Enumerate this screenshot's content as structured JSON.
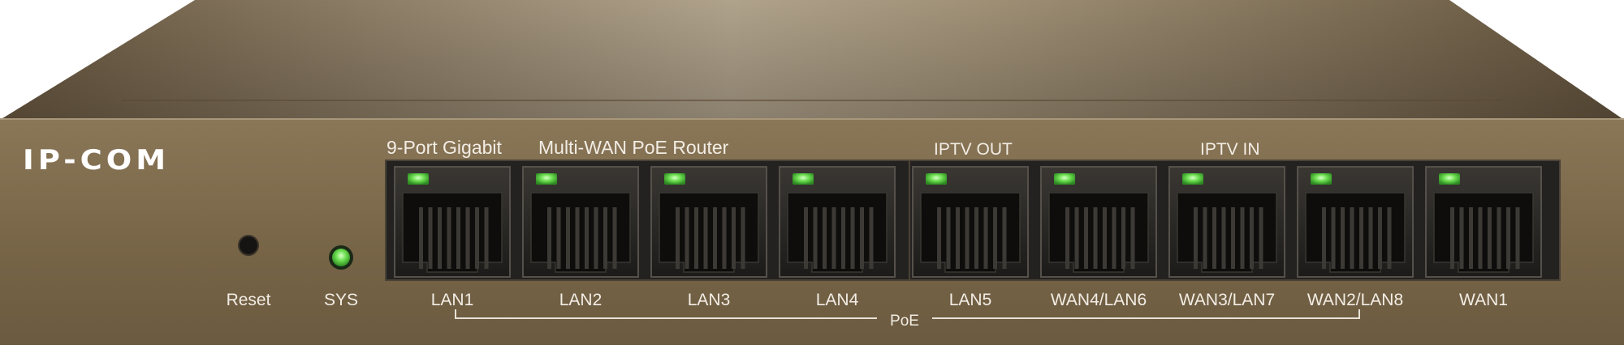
{
  "brand": "IP-COM",
  "model_text_left": "9-Port Gigabit",
  "model_text_right": "Multi-WAN PoE Router",
  "iptv_out_label": "IPTV OUT",
  "iptv_in_label": "IPTV IN",
  "reset_label": "Reset",
  "sys_label": "SYS",
  "poe_label": "PoE",
  "ports": [
    {
      "label": "LAN1"
    },
    {
      "label": "LAN2"
    },
    {
      "label": "LAN3"
    },
    {
      "label": "LAN4"
    },
    {
      "label": "LAN5"
    },
    {
      "label": "WAN4/LAN6"
    },
    {
      "label": "WAN3/LAN7"
    },
    {
      "label": "WAN2/LAN8"
    },
    {
      "label": "WAN1"
    }
  ],
  "colors": {
    "chassis": "#7d6a4f",
    "panel_dark": "#2b2925",
    "led_green": "#5fd94a",
    "label_text": "#f2ede4"
  }
}
